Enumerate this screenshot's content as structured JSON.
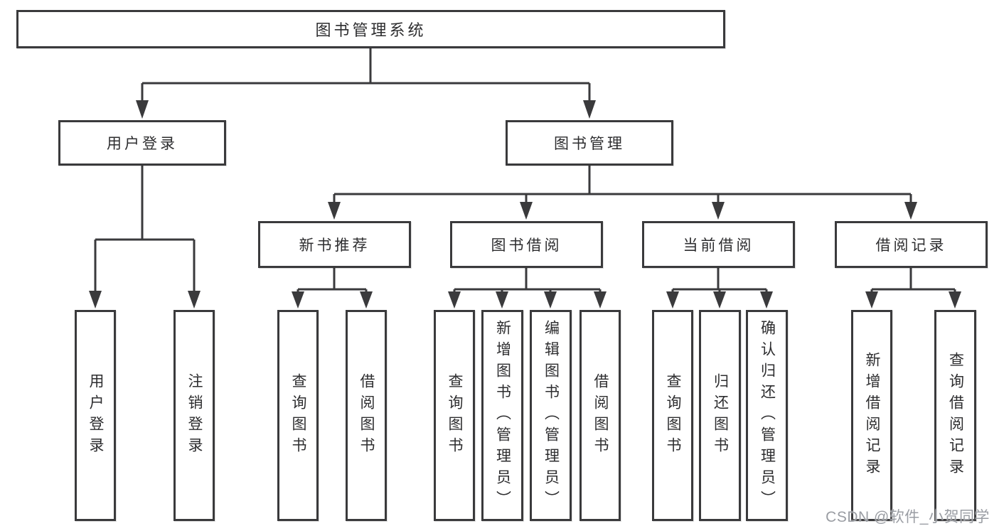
{
  "nodes": {
    "root": {
      "label": "图书管理系统"
    },
    "level2": [
      {
        "label": "用户登录"
      },
      {
        "label": "图书管理"
      }
    ],
    "level3": [
      {
        "label": "新书推荐",
        "parent": "图书管理"
      },
      {
        "label": "图书借阅",
        "parent": "图书管理"
      },
      {
        "label": "当前借阅",
        "parent": "图书管理"
      },
      {
        "label": "借阅记录",
        "parent": "图书管理"
      }
    ],
    "leaves": [
      {
        "label": "用户登录",
        "parent": "用户登录"
      },
      {
        "label": "注销登录",
        "parent": "用户登录"
      },
      {
        "label": "查询图书",
        "parent": "新书推荐"
      },
      {
        "label": "借阅图书",
        "parent": "新书推荐"
      },
      {
        "label": "查询图书",
        "parent": "图书借阅"
      },
      {
        "label": "新增图书（管理员）",
        "parent": "图书借阅"
      },
      {
        "label": "编辑图书（管理员）",
        "parent": "图书借阅"
      },
      {
        "label": "借阅图书",
        "parent": "图书借阅"
      },
      {
        "label": "查询图书",
        "parent": "当前借阅"
      },
      {
        "label": "归还图书",
        "parent": "当前借阅"
      },
      {
        "label": "确认归还（管理员）",
        "parent": "当前借阅"
      },
      {
        "label": "新增借阅记录",
        "parent": "借阅记录"
      },
      {
        "label": "查询借阅记录",
        "parent": "借阅记录"
      }
    ]
  },
  "watermark": "CSDN @软件_小贺同学",
  "colors": {
    "line": "#3a3a3c",
    "text": "#2d2d2f",
    "watermark": "#9a9da3",
    "background": "#ffffff"
  }
}
